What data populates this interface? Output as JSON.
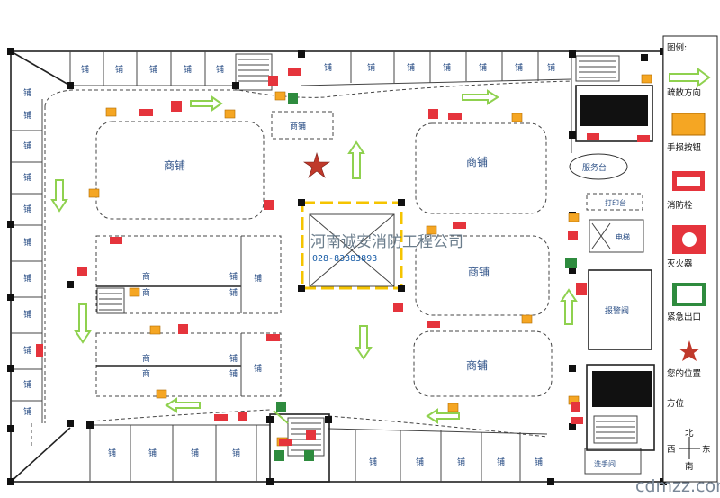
{
  "labels": {
    "shop": "商铺",
    "shop_first": "商",
    "shop_second": "铺",
    "stall": "铺",
    "service_desk": "服务台",
    "print_room": "打印台",
    "elevator": "电梯",
    "alarm_valve": "报警阀",
    "restroom": "洗手间"
  },
  "legend": {
    "title": "图例:",
    "items": [
      {
        "label": "疏散方向",
        "icon": "evacuation-arrow-icon"
      },
      {
        "label": "手报按钮",
        "icon": "manual-alarm-button-icon"
      },
      {
        "label": "消防栓",
        "icon": "fire-hydrant-icon"
      },
      {
        "label": "灭火器",
        "icon": "fire-extinguisher-icon"
      },
      {
        "label": "紧急出口",
        "icon": "emergency-exit-icon"
      },
      {
        "label": "您的位置",
        "icon": "you-are-here-star-icon"
      }
    ],
    "orientation_label": "方位",
    "compass": {
      "north": "北",
      "west": "西",
      "east": "东",
      "south": "南"
    }
  },
  "watermark": {
    "text": "河南诚安消防工程公司",
    "phone": "028-83383893"
  },
  "footer": "cdmzz.com",
  "colors": {
    "arrow": "#8fd14f",
    "alarm": "#f5a623",
    "hydrant": "#e5343c",
    "exit": "#2e8b3e",
    "star": "#c0392b",
    "stairs": "#444444",
    "caution": "#f5c400"
  }
}
